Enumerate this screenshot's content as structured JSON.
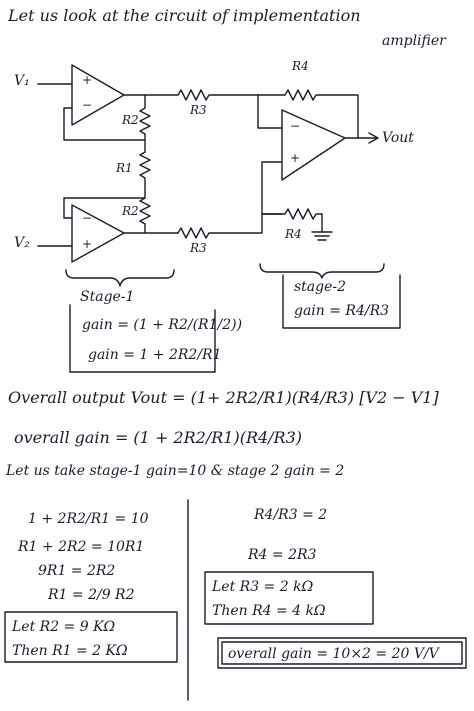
{
  "title": {
    "line1": "Let us look at the circuit of implementation",
    "line2": "amplifier"
  },
  "circuit": {
    "v1": "V₁",
    "v2": "V₂",
    "r4_top": "R4",
    "r3_top": "R3",
    "r2_upper": "R2",
    "r1": "R1",
    "r2_lower": "R2",
    "r3_bottom": "R3",
    "r4_bottom": "R4",
    "vout": "Vout",
    "plus": "+",
    "minus": "−"
  },
  "stage1": {
    "label": "Stage-1",
    "gain_eq": "gain = (1 + R2/(R1/2))",
    "gain_simplified": "gain = 1 + 2R2/R1"
  },
  "stage2": {
    "label": "stage-2",
    "gain_eq": "gain = R4/R3"
  },
  "overall": {
    "output_eq": "Overall output Vout = (1+ 2R2/R1)(R4/R3) [V2 − V1]",
    "gain_eq": "overall gain = (1 + 2R2/R1)(R4/R3)"
  },
  "assumption": "Let us take stage-1 gain=10 & stage 2 gain = 2",
  "left_solution": {
    "step1": "1 + 2R2/R1 = 10",
    "step2": "R1 + 2R2 = 10R1",
    "step3": "9R1 = 2R2",
    "step4": "R1 = 2/9 R2",
    "box_line1": "Let R2 = 9 KΩ",
    "box_line2": "Then R1 = 2 KΩ"
  },
  "right_solution": {
    "step1": "R4/R3 = 2",
    "step2": "R4 = 2R3",
    "box_line1": "Let R3 = 2 kΩ",
    "box_line2": "Then R4 = 4 kΩ",
    "final": "overall gain = 10×2 = 20 V/V"
  }
}
